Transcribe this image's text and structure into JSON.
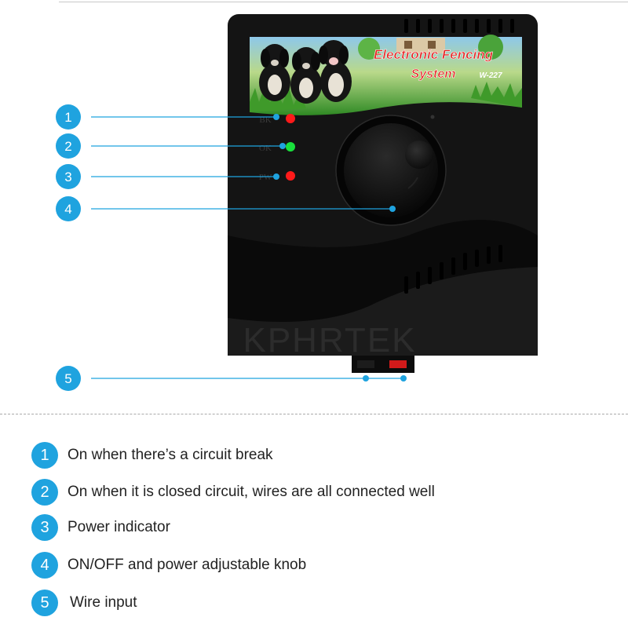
{
  "colors": {
    "accent": "#1fa3df",
    "device_body": "#111111",
    "led_red": "#ff1a1a",
    "led_green": "#19e03c"
  },
  "device": {
    "label_title": "Electronic Fencing",
    "label_subtitle": "System",
    "model": "W-227",
    "led_labels": [
      "BK",
      "OK",
      "PW"
    ],
    "watermark": "KPHRTEK"
  },
  "callouts": [
    {
      "number": "1",
      "description": "On when there’s a circuit break"
    },
    {
      "number": "2",
      "description": "On when it is closed circuit, wires are all connected well"
    },
    {
      "number": "3",
      "description": "Power indicator"
    },
    {
      "number": "4",
      "description": "ON/OFF and power adjustable knob"
    },
    {
      "number": "5",
      "description": "Wire input"
    }
  ]
}
